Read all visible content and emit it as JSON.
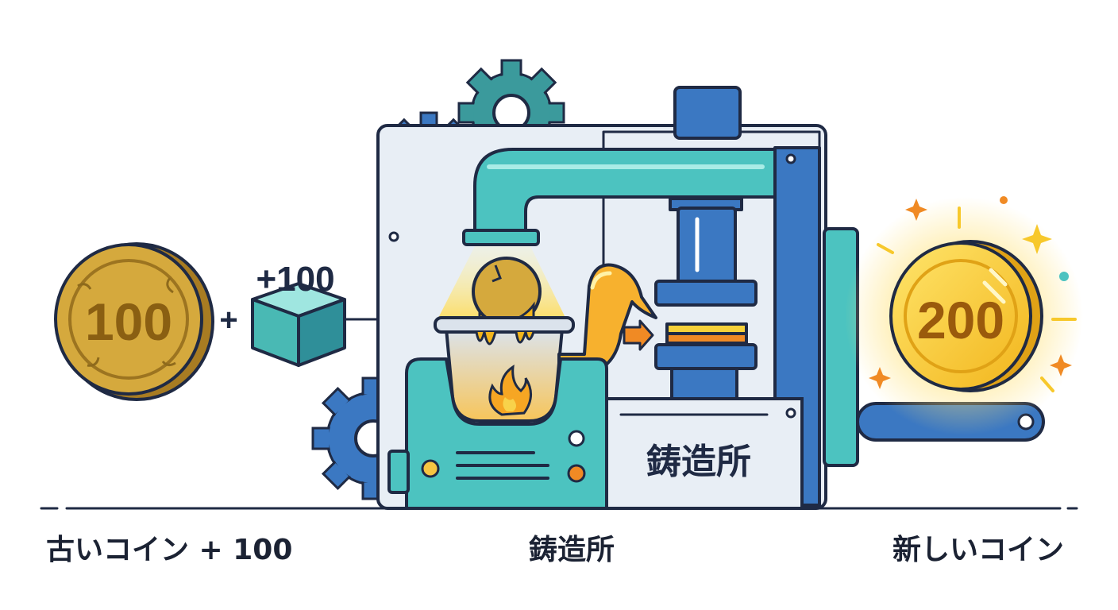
{
  "inputs": {
    "old_coin_value": "100",
    "plus_sign": "+",
    "ingot_label": "+100"
  },
  "machine": {
    "panel_label": "鋳造所"
  },
  "output": {
    "new_coin_value": "200"
  },
  "captions": {
    "left": "古いコイン + 100",
    "center": "鋳造所",
    "right": "新しいコイン"
  },
  "colors": {
    "outline": "#1f2a44",
    "blue": "#3b78c2",
    "teal": "#4cc3c0",
    "gold": "#e3b23c",
    "bright_gold": "#f7c82b",
    "orange": "#f08a24",
    "frame_fill": "#e8eef5"
  }
}
